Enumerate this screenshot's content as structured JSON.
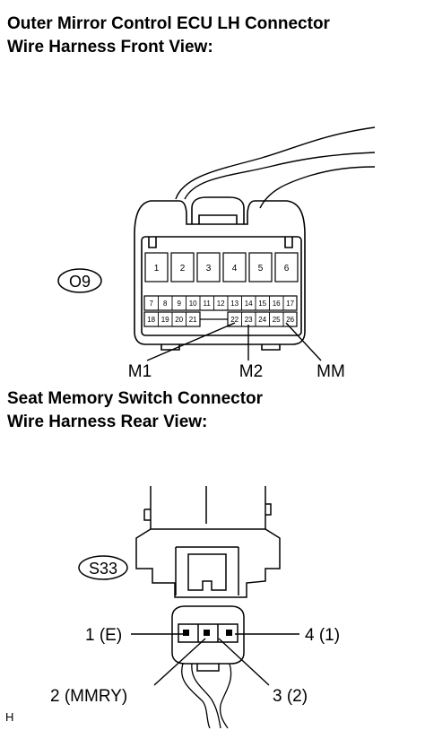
{
  "connector1": {
    "title_line1": "Outer Mirror Control ECU LH Connector",
    "title_line2": "Wire Harness Front View:",
    "code": "O9",
    "top_pins": [
      "1",
      "2",
      "3",
      "4",
      "5",
      "6"
    ],
    "row2_pins": [
      "7",
      "8",
      "9",
      "10",
      "11",
      "12",
      "13",
      "14",
      "15",
      "16",
      "17"
    ],
    "row3_pins": [
      "18",
      "19",
      "20",
      "21",
      "22",
      "23",
      "24",
      "25",
      "26"
    ],
    "labels": {
      "m1": "M1",
      "m2": "M2",
      "mm": "MM"
    }
  },
  "connector2": {
    "title_line1": "Seat Memory Switch Connector",
    "title_line2": "Wire Harness Rear View:",
    "code": "S33",
    "labels": {
      "pin1": "1 (E)",
      "pin2": "2 (MMRY)",
      "pin3": "3 (2)",
      "pin4": "4 (1)"
    }
  },
  "footer": {
    "mark": "H"
  }
}
